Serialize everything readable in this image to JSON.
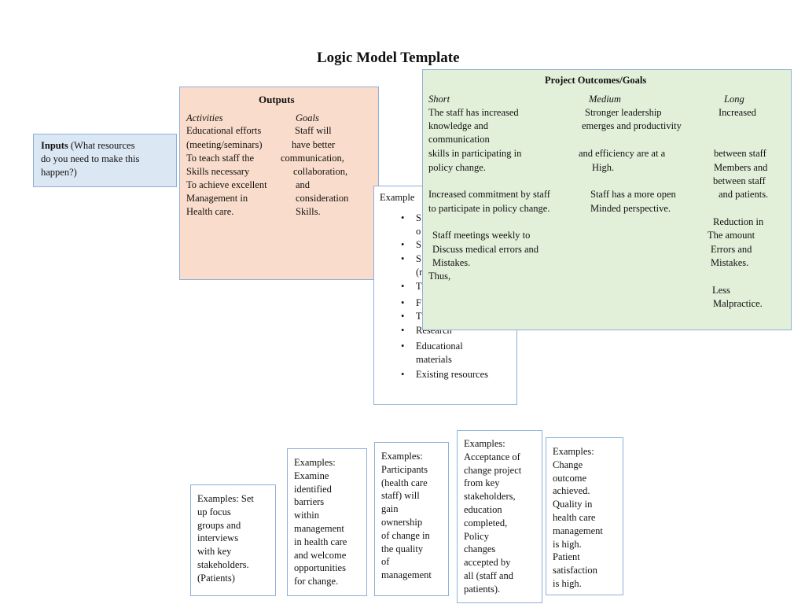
{
  "title": "Logic Model Template",
  "inputs": {
    "heading": "Inputs",
    "lines": [
      " (What resources",
      "do you need to make this",
      "happen?)"
    ]
  },
  "outputs": {
    "heading": "Outputs",
    "activities_label": "Activities",
    "goals_label": "Goals",
    "activities": [
      "Educational efforts",
      "(meeting/seminars)",
      "To teach staff the",
      "Skills necessary",
      "To achieve excellent",
      "Management in",
      "Health care."
    ],
    "goals": [
      "Staff will",
      "have better",
      "communication,",
      "collaboration,",
      "and",
      "consideration",
      "Skills."
    ]
  },
  "resources": {
    "label": "Example",
    "bullets": [
      "S",
      "S",
      "S",
      "T",
      "F",
      "T",
      "Research",
      "Educational",
      "Existing resources"
    ],
    "fragments": [
      "o",
      "(r",
      "materials"
    ]
  },
  "outcomes": {
    "heading": "Project Outcomes/Goals",
    "short_label": "Short",
    "medium_label": "Medium",
    "long_label": "Long",
    "short_lines": [
      "The staff has increased",
      "knowledge and",
      "communication",
      "skills in participating in",
      "policy change.",
      "Increased commitment by staff",
      "to participate in policy change.",
      "Staff meetings weekly to",
      "Discuss medical errors and",
      "Mistakes.",
      "Thus,"
    ],
    "medium_lines": [
      "Stronger leadership",
      "emerges and productivity",
      "and efficiency are at a",
      "High.",
      "Staff has a more open",
      "Minded perspective."
    ],
    "long_lines": [
      "Increased",
      "between staff",
      "Members and",
      "between staff",
      "and patients.",
      "Reduction in",
      "The amount",
      "Errors and",
      "Mistakes.",
      "Less",
      "Malpractice."
    ]
  },
  "examples": [
    "Examples: Set\nup focus\ngroups and\ninterviews\nwith key\nstakeholders.\n(Patients)",
    "Examples:\nExamine\nidentified\nbarriers\nwithin\nmanagement\nin health care\nand welcome\nopportunities\nfor change.",
    "Examples:\nParticipants\n(health care\nstaff) will\ngain\nownership\nof change in\nthe quality\nof\nmanagement",
    "Examples:\nAcceptance of\nchange project\nfrom key\nstakeholders,\neducation\ncompleted,\nPolicy\nchanges\naccepted by\nall (staff and\npatients).",
    "Examples:\nChange\noutcome\nachieved.\nQuality in\nhealth care\nmanagement\nis high.\nPatient\nsatisfaction\nis high."
  ]
}
